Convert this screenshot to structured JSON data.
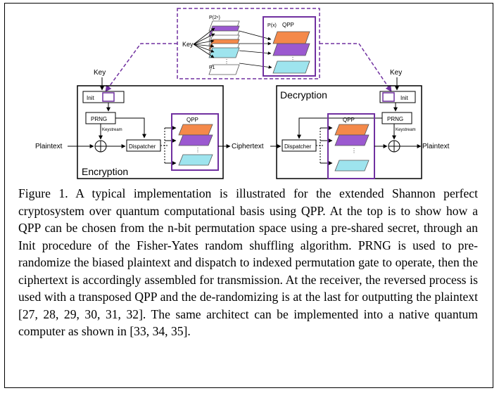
{
  "diagram": {
    "top_panel": {
      "key_label": "Key",
      "perm_top_label": "P(2ⁿ)",
      "perm_bottom_label": "P1",
      "perm_selected_label": "P(x)",
      "qpp_label": "QPP"
    },
    "encryption": {
      "key_label": "Key",
      "init_label": "Init",
      "prng_label": "PRNG",
      "keystream_label": "Keystream",
      "dispatcher_label": "Dispatcher",
      "qpp_label": "QPP",
      "title": "Encryption"
    },
    "decryption": {
      "key_label": "Key",
      "init_label": "Init",
      "prng_label": "PRNG",
      "keystream_label": "Keystream",
      "dispatcher_label": "Dispatcher",
      "qpp_label": "QPP",
      "title": "Decryption"
    },
    "flow": {
      "plaintext_in": "Plaintext",
      "ciphertext": "Ciphertext",
      "plaintext_out": "Plaintext"
    },
    "colors": {
      "purple": "#7030a0",
      "orange": "#f4894a",
      "violet": "#9b59d0",
      "cyan": "#9ee4ee"
    }
  },
  "caption": {
    "text": "Figure 1. A typical implementation is illustrated for the extended Shannon perfect cryptosystem over quantum computational basis using QPP. At the top is to show how a QPP can be chosen from the n-bit permutation space using a pre-shared secret, through an Init procedure of the Fisher-Yates random shuffling algorithm.  PRNG is used to pre-randomize the biased plaintext and dispatch to indexed permutation gate to operate, then the ciphertext is accordingly assembled for transmission. At the receiver, the reversed process is used with a transposed QPP and the de-randomizing is at the last for outputting the plaintext [27, 28, 29, 30, 31, 32]. The same architect can be implemented into a native quantum computer as shown in [33, 34, 35]."
  }
}
